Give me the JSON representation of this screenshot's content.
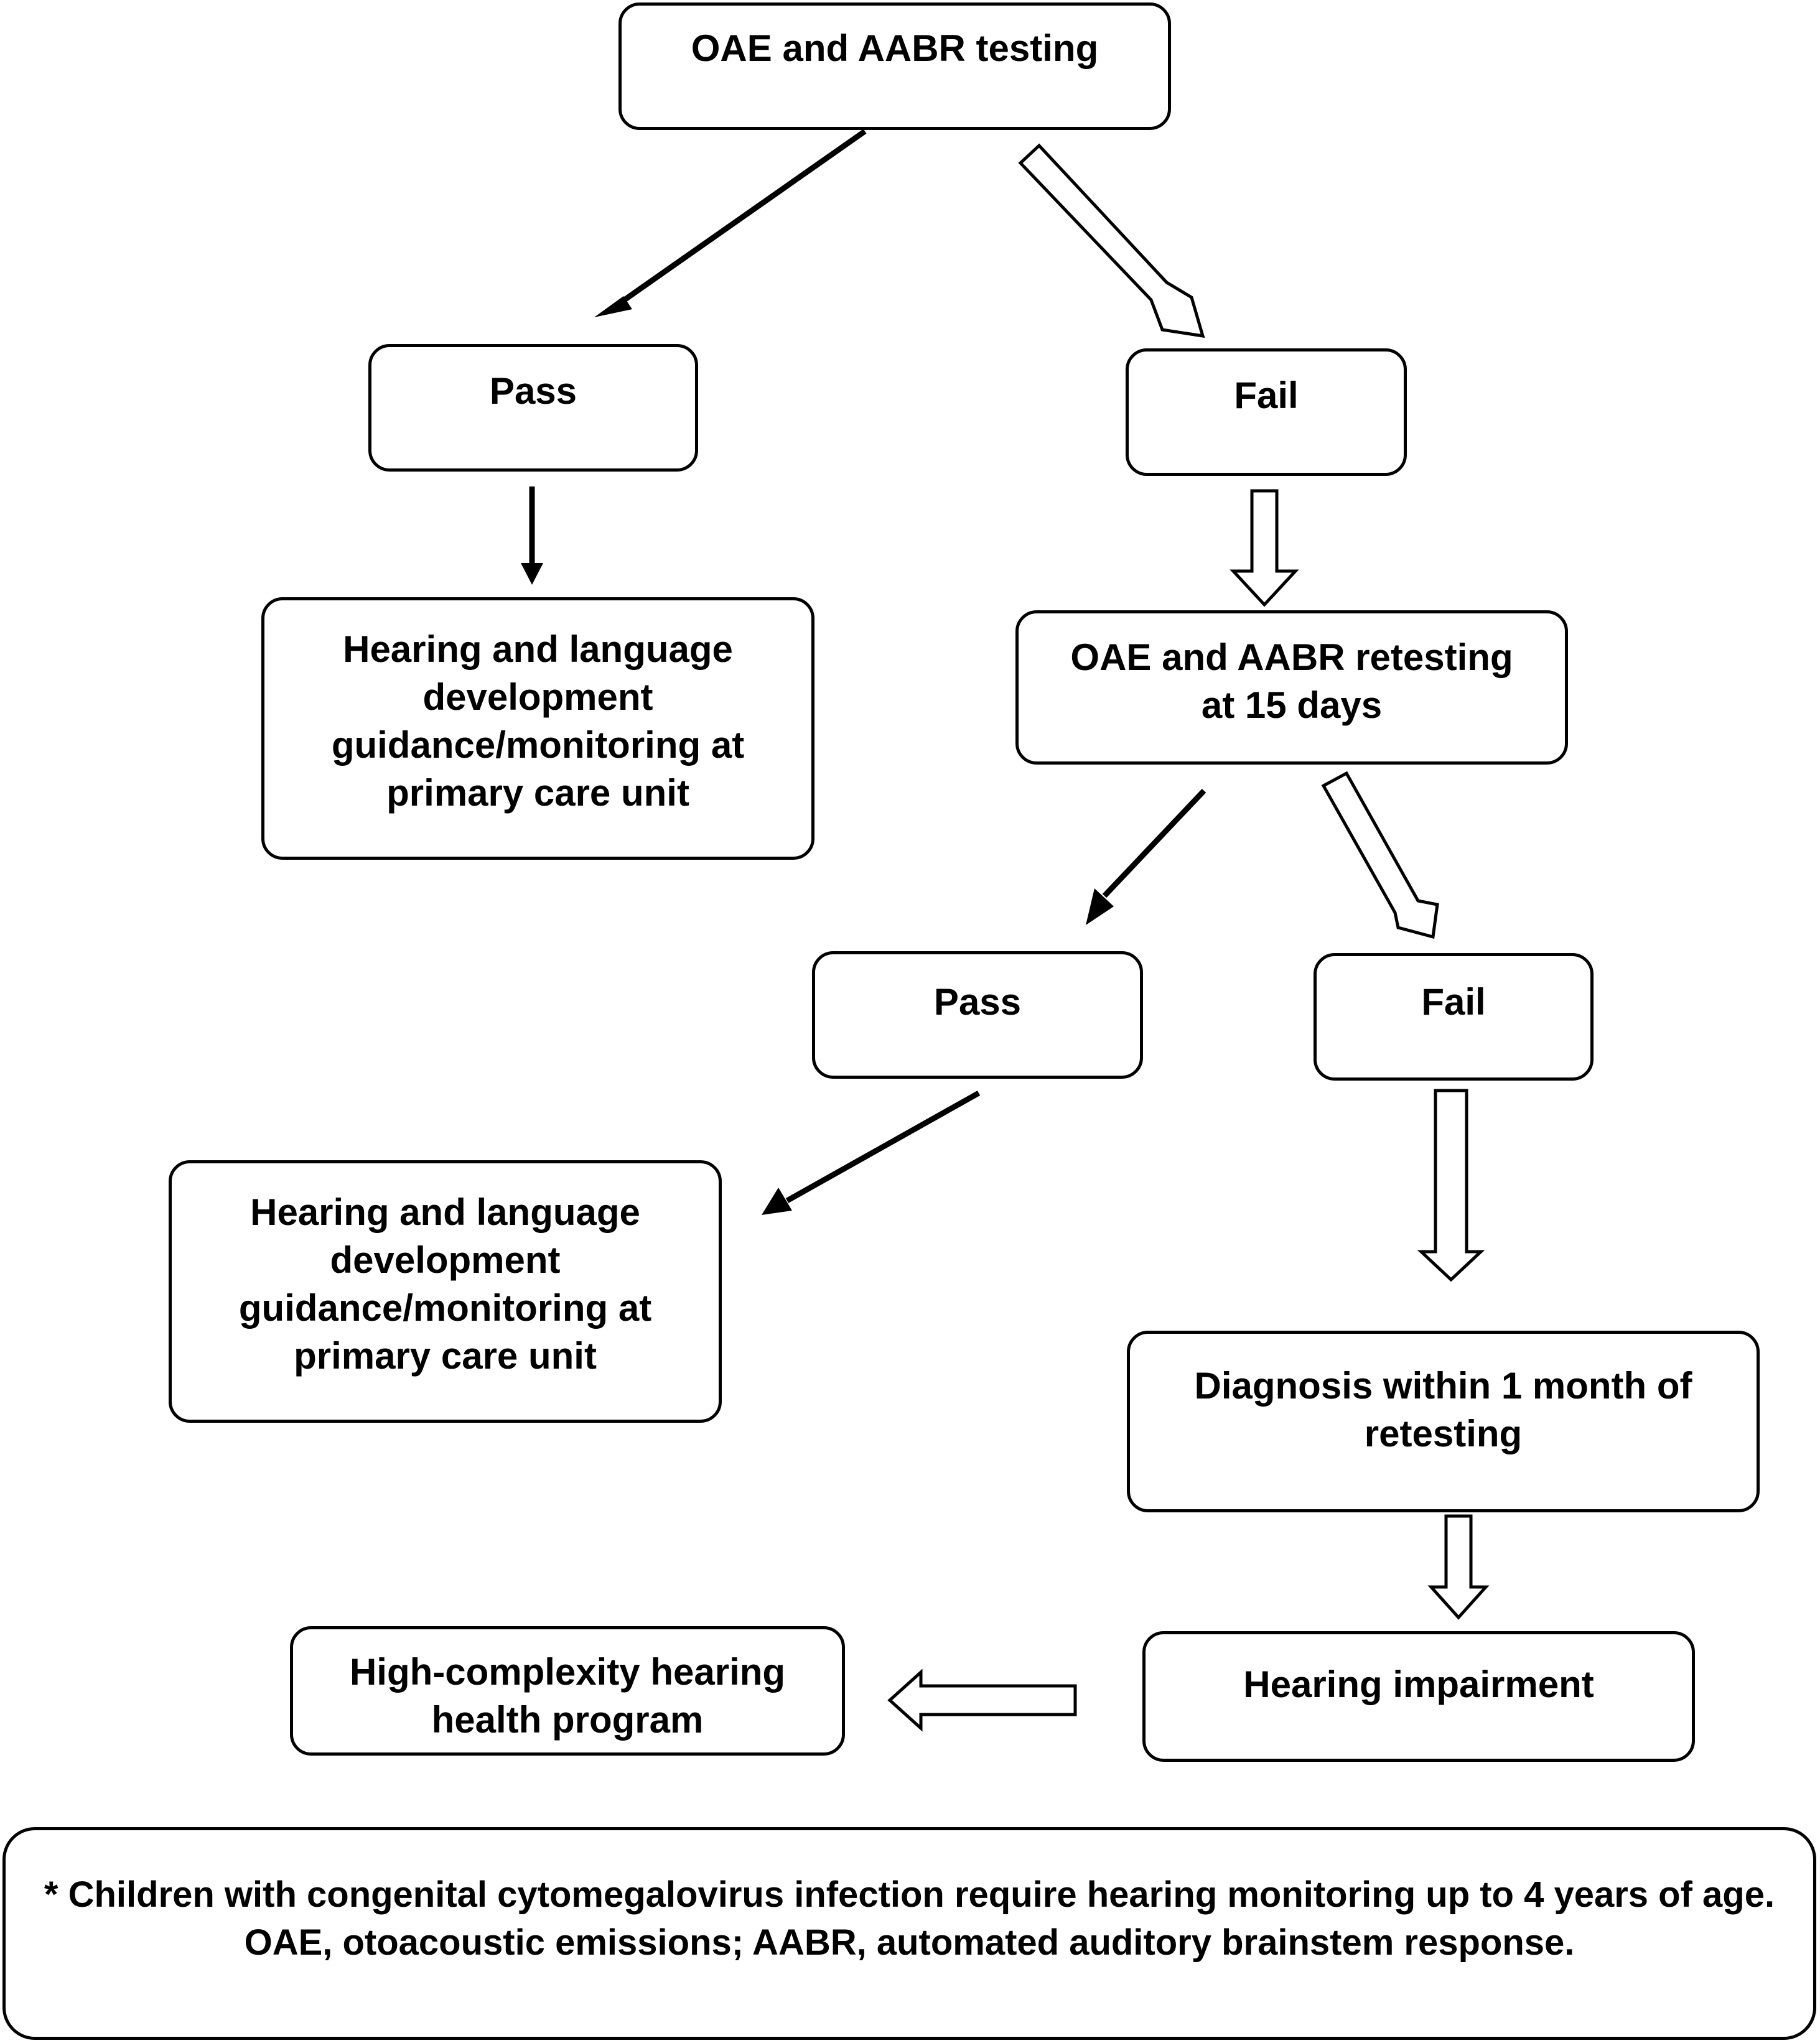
{
  "nodes": {
    "initial_test": "OAE and AABR testing",
    "pass_1": "Pass",
    "fail_1": "Fail",
    "monitoring_1": "Hearing and language development guidance/monitoring at primary care unit",
    "retest": "OAE and AABR retesting at 15 days",
    "pass_2": "Pass",
    "fail_2": "Fail",
    "monitoring_2": "Hearing and language development guidance/monitoring at primary care unit",
    "diagnosis": "Diagnosis within 1 month of retesting",
    "hearing_impairment": "Hearing impairment",
    "program": "High-complexity hearing health program"
  },
  "footnote": "* Children with congenital cytomegalovirus infection require hearing monitoring up to 4 years of age. OAE, otoacoustic emissions; AABR, automated auditory brainstem response.",
  "colors": {
    "stroke": "#000000",
    "background": "#ffffff"
  },
  "arrows": {
    "pass_style": "solid line arrow",
    "fail_style": "hollow block arrow"
  }
}
